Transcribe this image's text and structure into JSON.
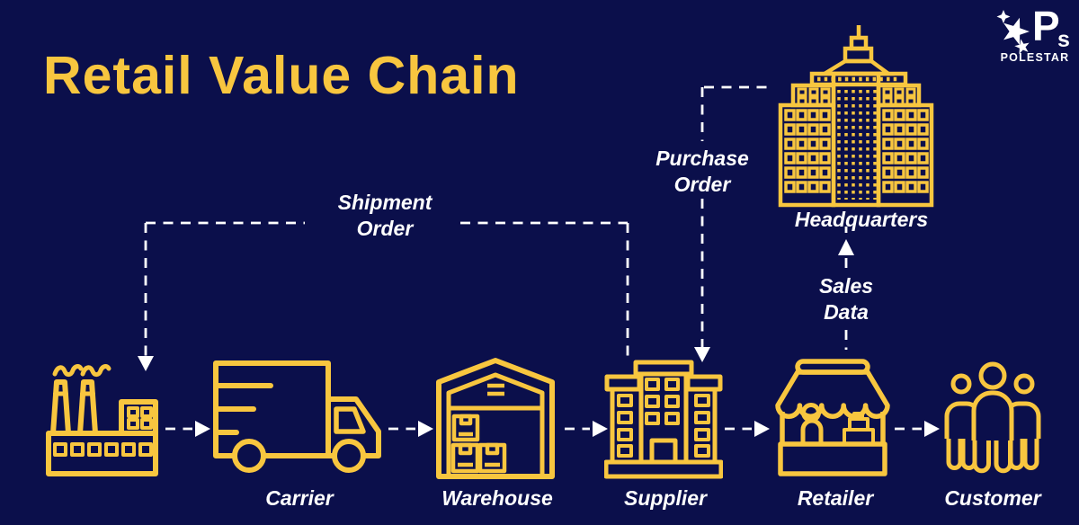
{
  "title": "Retail Value Chain",
  "colors": {
    "background": "#0B0F4B",
    "gold": "#F8C63F",
    "white": "#FFFFFF"
  },
  "brand": {
    "logo_p": "P",
    "logo_s": "s",
    "name": "POLESTAR",
    "mark": "star-cluster-icon"
  },
  "headquarters": {
    "label": "Headquarters",
    "icon": "headquarters-building-icon"
  },
  "flows": {
    "shipment_order": {
      "label": "Shipment Order"
    },
    "purchase_order": {
      "label": "Purchase Order"
    },
    "sales_data": {
      "label": "Sales Data"
    }
  },
  "chain": {
    "items": [
      {
        "id": "factory",
        "icon": "factory-icon"
      },
      {
        "id": "carrier",
        "icon": "truck-icon",
        "label": "Carrier"
      },
      {
        "id": "warehouse",
        "icon": "warehouse-icon",
        "label": "Warehouse"
      },
      {
        "id": "supplier",
        "icon": "supplier-building-icon",
        "label": "Supplier"
      },
      {
        "id": "retailer",
        "icon": "retail-stall-icon",
        "label": "Retailer"
      },
      {
        "id": "customer",
        "icon": "customers-icon",
        "label": "Customer"
      }
    ]
  }
}
